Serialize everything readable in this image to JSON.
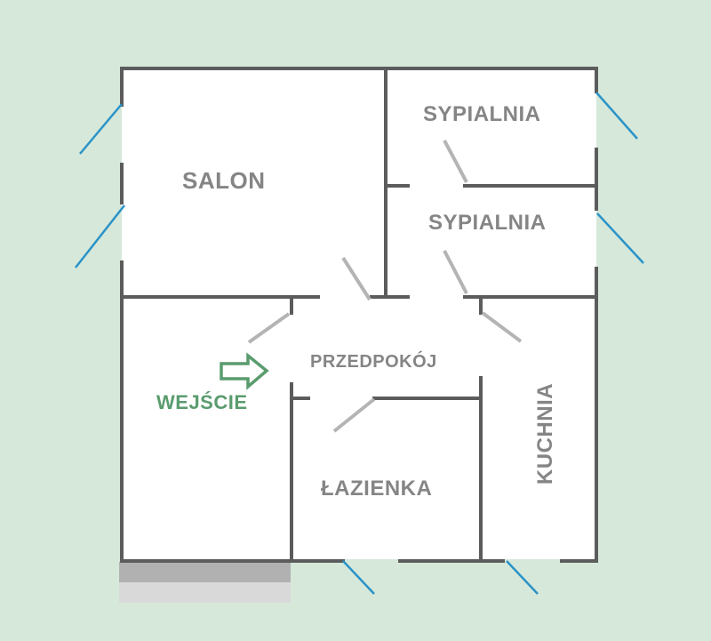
{
  "floorplan": {
    "colors": {
      "background": "#d6e8da",
      "floor": "#ffffff",
      "wall": "#5c5c5c",
      "interior_door": "#b3b5b3",
      "window": "#2a93c8",
      "room_label": "#858585",
      "entry": "#5a9c6e",
      "balcony_dark": "#b0b1b0",
      "balcony_light": "#d9d9d9"
    },
    "rooms": [
      {
        "id": "salon",
        "label": "SALON"
      },
      {
        "id": "sypialnia-1",
        "label": "SYPIALNIA"
      },
      {
        "id": "sypialnia-2",
        "label": "SYPIALNIA"
      },
      {
        "id": "przedpokoj",
        "label": "PRZEDPOKÓJ"
      },
      {
        "id": "lazienka",
        "label": "ŁAZIENKA"
      },
      {
        "id": "kuchnia",
        "label": "KUCHNIA"
      }
    ],
    "entrance": {
      "label": "WEJŚCIE",
      "icon": "arrow-right-outline-icon"
    }
  }
}
